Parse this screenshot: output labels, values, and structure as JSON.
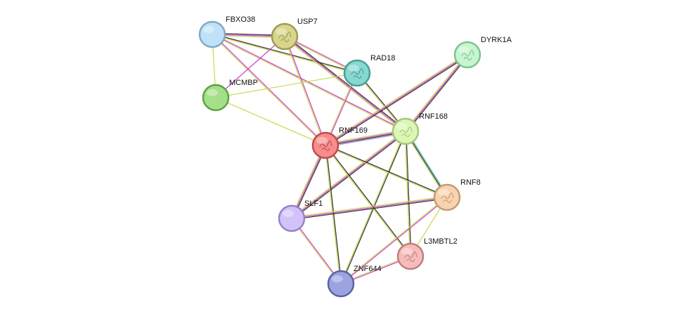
{
  "network": {
    "nodes": [
      {
        "id": "FBXO38",
        "label": "FBXO38",
        "fill": "#bfe2f8",
        "stroke": "#7fa9c8",
        "structure": false
      },
      {
        "id": "USP7",
        "label": "USP7",
        "fill": "#d8d68e",
        "stroke": "#9e9c52",
        "structure": true
      },
      {
        "id": "RAD18",
        "label": "RAD18",
        "fill": "#86d8d0",
        "stroke": "#4a9e96",
        "structure": true
      },
      {
        "id": "DYRK1A",
        "label": "DYRK1A",
        "fill": "#c6f5cf",
        "stroke": "#7ec58c",
        "structure": true
      },
      {
        "id": "MCMBP",
        "label": "MCMBP",
        "fill": "#a4e08a",
        "stroke": "#5fa145",
        "structure": false
      },
      {
        "id": "RNF168",
        "label": "RNF168",
        "fill": "#ddf6b6",
        "stroke": "#a4c77a",
        "structure": true
      },
      {
        "id": "RNF169",
        "label": "RNF169",
        "fill": "#f78c8c",
        "stroke": "#c24a4a",
        "structure": true
      },
      {
        "id": "RNF8",
        "label": "RNF8",
        "fill": "#f8d3b0",
        "stroke": "#c79a72",
        "structure": true
      },
      {
        "id": "SLF1",
        "label": "SLF1",
        "fill": "#d3c2fa",
        "stroke": "#9682c8",
        "structure": false
      },
      {
        "id": "L3MBTL2",
        "label": "L3MBTL2",
        "fill": "#f6bcbc",
        "stroke": "#c27d7d",
        "structure": true
      },
      {
        "id": "ZNF644",
        "label": "ZNF644",
        "fill": "#9ca4e0",
        "stroke": "#5a62a6",
        "structure": false
      }
    ],
    "edges": [
      {
        "source": "FBXO38",
        "target": "USP7",
        "colors": [
          "#222222",
          "#cc33cc",
          "#c8d84a"
        ]
      },
      {
        "source": "FBXO38",
        "target": "RAD18",
        "colors": [
          "#222222",
          "#c8d84a"
        ]
      },
      {
        "source": "FBXO38",
        "target": "RNF168",
        "colors": [
          "#cc33cc",
          "#c8d84a"
        ]
      },
      {
        "source": "FBXO38",
        "target": "RNF169",
        "colors": [
          "#cc33cc",
          "#c8d84a"
        ]
      },
      {
        "source": "FBXO38",
        "target": "MCMBP",
        "colors": [
          "#c8d84a"
        ]
      },
      {
        "source": "USP7",
        "target": "RAD18",
        "colors": [
          "#cc33cc",
          "#c8d84a"
        ]
      },
      {
        "source": "USP7",
        "target": "RNF168",
        "colors": [
          "#222222",
          "#cc33cc",
          "#c8d84a"
        ]
      },
      {
        "source": "USP7",
        "target": "RNF169",
        "colors": [
          "#cc33cc",
          "#c8d84a"
        ]
      },
      {
        "source": "USP7",
        "target": "MCMBP",
        "colors": [
          "#cc33cc"
        ]
      },
      {
        "source": "MCMBP",
        "target": "RAD18",
        "colors": [
          "#c8d84a"
        ]
      },
      {
        "source": "MCMBP",
        "target": "RNF169",
        "colors": [
          "#c8d84a"
        ]
      },
      {
        "source": "RAD18",
        "target": "RNF168",
        "colors": [
          "#222222",
          "#c8d84a"
        ]
      },
      {
        "source": "RAD18",
        "target": "RNF169",
        "colors": [
          "#cc33cc",
          "#c8d84a"
        ]
      },
      {
        "source": "DYRK1A",
        "target": "RNF168",
        "colors": [
          "#222222",
          "#cc33cc",
          "#c8d84a"
        ]
      },
      {
        "source": "DYRK1A",
        "target": "RNF169",
        "colors": [
          "#222222",
          "#cc33cc",
          "#c8d84a"
        ]
      },
      {
        "source": "RNF168",
        "target": "RNF169",
        "colors": [
          "#9999dd",
          "#222222",
          "#cc33cc",
          "#c8d84a"
        ]
      },
      {
        "source": "RNF168",
        "target": "RNF8",
        "colors": [
          "#44bbcc",
          "#222222",
          "#c8d84a"
        ]
      },
      {
        "source": "RNF168",
        "target": "SLF1",
        "colors": [
          "#222222",
          "#cc33cc",
          "#c8d84a"
        ]
      },
      {
        "source": "RNF168",
        "target": "L3MBTL2",
        "colors": [
          "#222222",
          "#c8d84a"
        ]
      },
      {
        "source": "RNF168",
        "target": "ZNF644",
        "colors": [
          "#222222",
          "#c8d84a"
        ]
      },
      {
        "source": "RNF169",
        "target": "RNF8",
        "colors": [
          "#222222",
          "#c8d84a"
        ]
      },
      {
        "source": "RNF169",
        "target": "SLF1",
        "colors": [
          "#222222",
          "#cc33cc",
          "#c8d84a"
        ]
      },
      {
        "source": "RNF169",
        "target": "L3MBTL2",
        "colors": [
          "#222222",
          "#c8d84a"
        ]
      },
      {
        "source": "RNF169",
        "target": "ZNF644",
        "colors": [
          "#222222",
          "#c8d84a"
        ]
      },
      {
        "source": "RNF8",
        "target": "SLF1",
        "colors": [
          "#222222",
          "#cc33cc",
          "#c8d84a"
        ]
      },
      {
        "source": "RNF8",
        "target": "ZNF644",
        "colors": [
          "#cc33cc",
          "#c8d84a"
        ]
      },
      {
        "source": "RNF8",
        "target": "L3MBTL2",
        "colors": [
          "#c8d84a"
        ]
      },
      {
        "source": "SLF1",
        "target": "ZNF644",
        "colors": [
          "#cc33cc",
          "#c8d84a"
        ]
      },
      {
        "source": "L3MBTL2",
        "target": "ZNF644",
        "colors": [
          "#cc33cc",
          "#c8d84a"
        ]
      }
    ]
  }
}
